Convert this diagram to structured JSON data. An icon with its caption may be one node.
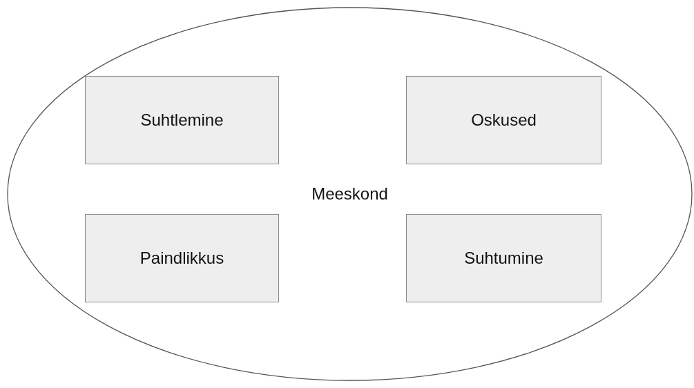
{
  "diagram": {
    "nodes": [
      {
        "text": [
          "Meeskond"
        ]
      },
      {
        "text": [
          "Suhtlemine"
        ],
        "in": 0
      },
      {
        "text": [
          "Oskused"
        ],
        "in": 0
      },
      {
        "text": [
          "Paindlikkus"
        ],
        "in": 0
      },
      {
        "text": [
          "Suhtumine"
        ],
        "in": 0
      }
    ]
  }
}
